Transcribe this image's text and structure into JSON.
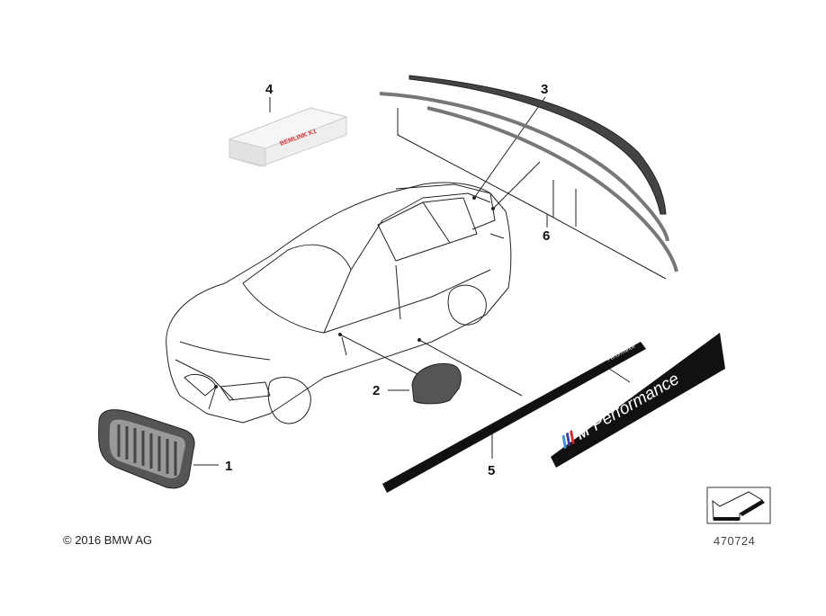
{
  "diagram": {
    "callouts": [
      {
        "id": "1",
        "part": "kidney-grille"
      },
      {
        "id": "2",
        "part": "mirror-cap"
      },
      {
        "id": "3",
        "part": "rear-spoiler"
      },
      {
        "id": "4",
        "part": "adhesive-kit"
      },
      {
        "id": "5",
        "part": "side-sill-decal"
      },
      {
        "id": "6",
        "part": "spoiler-trim-strips"
      }
    ],
    "decal_text": "Performance",
    "decal_logo": "M",
    "box_label": "BEMLINK K1",
    "copyright": "© 2016 BMW AG",
    "reference_number": "470724"
  },
  "colors": {
    "m_blue": "#3a8fd8",
    "m_darkblue": "#3b3c9c",
    "m_red": "#d62a2a",
    "box_red": "#d43a3a"
  }
}
